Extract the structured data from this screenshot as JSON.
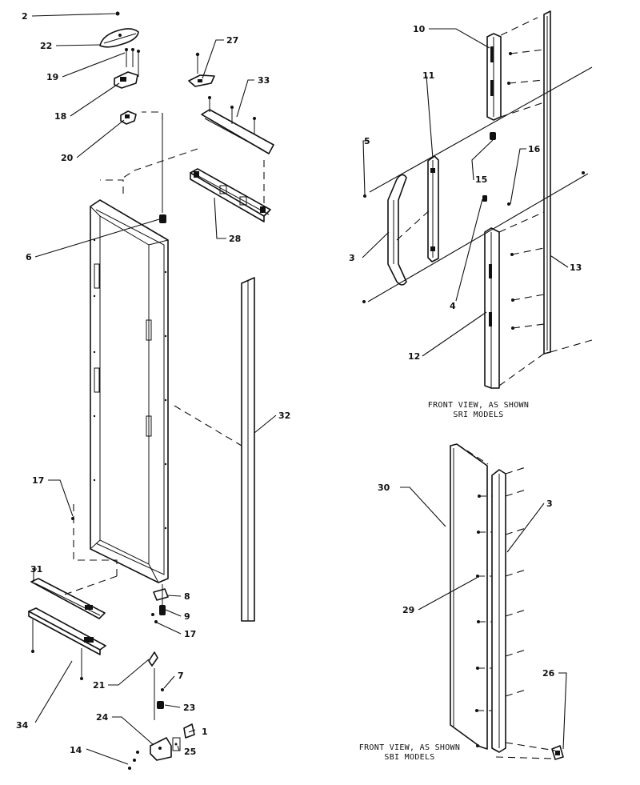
{
  "captions": {
    "sri": [
      "FRONT VIEW, AS SHOWN",
      "SRI MODELS"
    ],
    "sbi": [
      "FRONT VIEW, AS SHOWN",
      "SBI MODELS"
    ]
  },
  "callouts": {
    "c1": "1",
    "c2": "2",
    "c3a": "3",
    "c3b": "3",
    "c4": "4",
    "c5": "5",
    "c6": "6",
    "c7": "7",
    "c8": "8",
    "c9": "9",
    "c10": "10",
    "c11": "11",
    "c12": "12",
    "c13": "13",
    "c14": "14",
    "c15": "15",
    "c16": "16",
    "c17a": "17",
    "c17b": "17",
    "c18": "18",
    "c19": "19",
    "c20": "20",
    "c21": "21",
    "c22": "22",
    "c23": "23",
    "c24": "24",
    "c25": "25",
    "c26": "26",
    "c27": "27",
    "c28": "28",
    "c29": "29",
    "c30": "30",
    "c31": "31",
    "c32": "32",
    "c33": "33",
    "c34": "34"
  }
}
